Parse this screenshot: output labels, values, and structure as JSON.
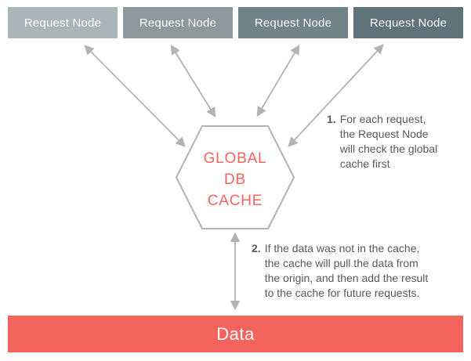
{
  "diagram": {
    "title_none_shown": "",
    "request_nodes": [
      {
        "label": "Request Node",
        "color": "#a9b5ba"
      },
      {
        "label": "Request Node",
        "color": "#8c989e"
      },
      {
        "label": "Request Node",
        "color": "#72848b"
      },
      {
        "label": "Request Node",
        "color": "#5f737c"
      }
    ],
    "hexagon": {
      "line1": "GLOBAL",
      "line2": "DB",
      "line3": "CACHE",
      "text_color": "#f4655c",
      "border_color": "#b1b3b5",
      "fill": "#ffffff"
    },
    "annotations": [
      {
        "number": "1.",
        "text": "For each request,\nthe Request Node\nwill check the global\ncache first"
      },
      {
        "number": "2.",
        "text": "If the data was not in the cache,\nthe cache will pull the data from\nthe origin, and then add the result\nto the cache for future requests."
      }
    ],
    "data_bar": {
      "label": "Data",
      "color": "#f3655c"
    },
    "arrow_color": "#b3b3b3",
    "annotation_text_color": "#58595b"
  }
}
